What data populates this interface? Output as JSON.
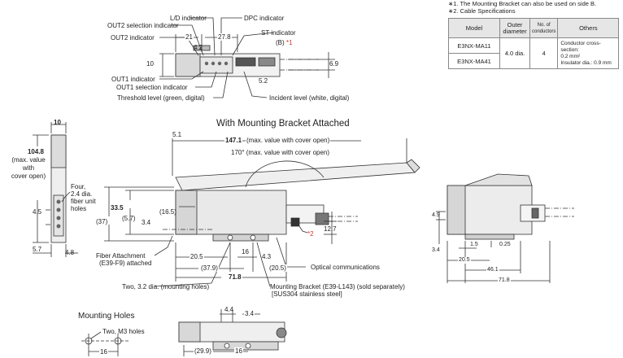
{
  "top_view": {
    "labels": {
      "out2_selection": "OUT2 selection indicator",
      "ld": "L/D indicator",
      "dpc": "DPC indicator",
      "st": "ST indicator",
      "side_b": "(B)",
      "note1_mark": "*1",
      "out2": "OUT2 indicator",
      "out1": "OUT1 indicator",
      "out1_selection": "OUT1 selection indicator",
      "threshold": "Threshold level (green, digital)",
      "incident": "Incident level (white, digital)"
    },
    "dims": {
      "d21": "21",
      "d27_8": "27.8",
      "d4_2": "4.2",
      "d10": "10",
      "d6_9": "6.9",
      "d5_2": "5.2"
    }
  },
  "side_view": {
    "dims": {
      "d10": "10",
      "d104_8": "104.8",
      "d104_8_note": [
        "(max. value",
        "with",
        "cover open)"
      ],
      "d4_5": "4.5",
      "d5_7": "5.7",
      "d4_8": "4.8"
    },
    "holes_note": [
      "Four,",
      "2.4 dia.",
      "fiber unit",
      "holes"
    ]
  },
  "bracket_view": {
    "title": "With Mounting Bracket Attached",
    "dims": {
      "d5_1": "5.1",
      "d147_1": "147.1",
      "d147_1_note": "(max. value with cover open)",
      "d170": "170° (max. value with cover open)",
      "d33_5": "33.5",
      "d37": "(37)",
      "d5_7": "(5.7)",
      "d3_4": "3.4",
      "d16_5": "(16.5)",
      "d12_7": "12.7",
      "d20_5": "20.5",
      "d37_9": "(37.9)",
      "d16": "16",
      "d4_3": "4.3",
      "d20_5p": "(20.5)",
      "d71_8": "71.8"
    },
    "note2_mark": "*2",
    "fiber_attachment": [
      "Fiber Attachment",
      "(E39-F9) attached"
    ],
    "optical_comm": "Optical communications",
    "mounting_holes": "Two, 3.2 dia. (mounting holes)",
    "bracket": [
      "Mounting Bracket (E39-L143) (sold separately)",
      "[SUS304 stainless steel]"
    ]
  },
  "right_view": {
    "dims": {
      "d4_9": "4.9",
      "d3_4": "3.4",
      "d1_5": "1.5",
      "d0_25": "0.25",
      "d20_5": "20.5",
      "d46_1": "46.1",
      "d71_8": "71.8"
    }
  },
  "mounting_holes_view": {
    "title": "Mounting Holes",
    "holes": "Two, M3 holes",
    "d16": "16",
    "d4_4": "4.4",
    "d3_4": "3.4",
    "d29_9": "(29.9)",
    "d16b": "16"
  },
  "notes": {
    "n1": "∗1. The Mounting Bracket can also be used on side B.",
    "n2": "∗2. Cable Specifications"
  },
  "cable_table": {
    "headers": {
      "model": "Model",
      "outer": "Outer diameter",
      "conductors": "No. of conductors",
      "others": "Others"
    },
    "rows": [
      {
        "model": "E3NX-MA11",
        "outer": "4.0 dia.",
        "conductors": "4",
        "others": [
          "Conductor cross-section:",
          "0.2 mm²",
          "Insulator dia.: 0.9 mm"
        ]
      },
      {
        "model": "E3NX-MA41"
      }
    ]
  }
}
